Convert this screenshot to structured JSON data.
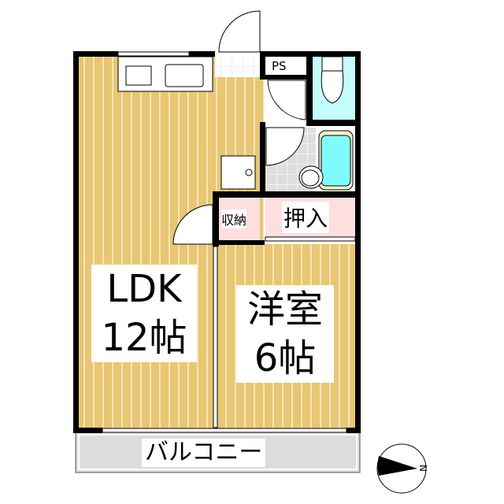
{
  "rooms": {
    "ldk": {
      "name": "LDK",
      "size": "12帖"
    },
    "western": {
      "name": "洋室",
      "size": "6帖"
    },
    "storage": {
      "name": "収納"
    },
    "closet": {
      "name": "押入"
    },
    "ps": {
      "name": "PS"
    },
    "balcony": {
      "name": "バルコニー"
    }
  },
  "compass": {
    "north_label": "N"
  },
  "colors": {
    "floor": "#e9c672",
    "stripe": "#f6e6bd",
    "closet": "#ffdede",
    "toilet": "#c4fcfc",
    "bathtub": "#80fbfb",
    "balcony": "#dcdcdc",
    "bath_tile": "#dedede",
    "wall": "#000000"
  }
}
